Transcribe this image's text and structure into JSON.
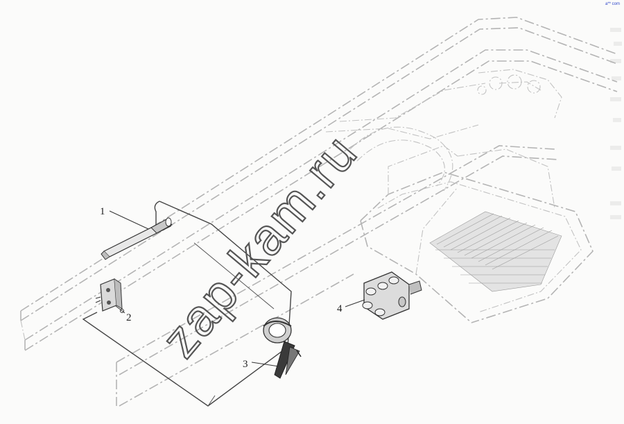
{
  "diagram": {
    "callouts": [
      {
        "id": "1",
        "label": "1"
      },
      {
        "id": "2",
        "label": "2"
      },
      {
        "id": "3",
        "label": "3"
      },
      {
        "id": "4",
        "label": "4"
      }
    ]
  },
  "watermark": {
    "text": "zap-kam.ru"
  },
  "corner_mark": {
    "text": "a** com"
  },
  "colors": {
    "phantom_lines": "#b4b4b4",
    "part_outline": "#444444",
    "watermark_outline": "#555555",
    "corner_mark": "#2b43c8"
  }
}
